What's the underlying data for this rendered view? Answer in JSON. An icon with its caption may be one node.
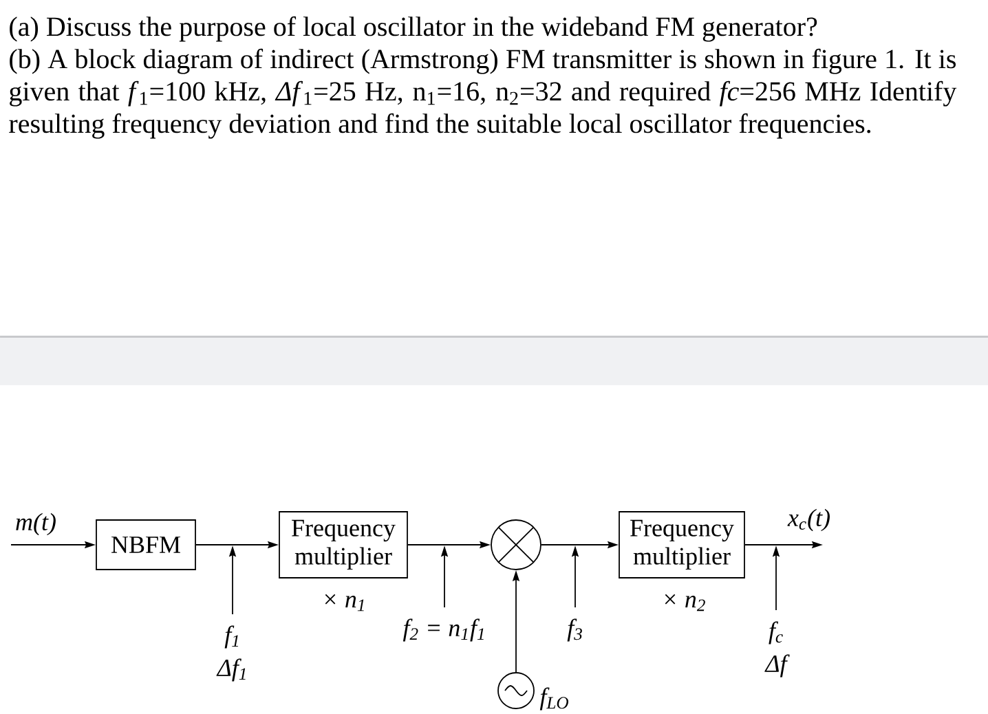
{
  "diagram": {
    "nodes": [
      {
        "text": [
          "NBFM"
        ]
      },
      {
        "text": [
          "Frequency multiplier"
        ],
        "beside": [
          "× n$_{1}$"
        ]
      },
      {
        "text": [],
        "shape": "circle"
      },
      {
        "text": [
          "Frequency multiplier"
        ],
        "beside": [
          "× n$_{2}$"
        ]
      },
      {
        "text": [],
        "shape": "circle",
        "beside": [
          "f$_{LO}$"
        ]
      },
      {
        "text": [
          "f$_{1}$",
          "Δf$_{1}$"
        ]
      },
      {
        "text": [
          "f$_{2}$ = n$_{1}$f$_{1}$"
        ]
      },
      {
        "text": [
          "f$_{3}$"
        ]
      },
      {
        "text": [
          "f$_{c}$",
          "Δf"
        ]
      }
    ],
    "edges": [
      {
        "from": null,
        "to": 0,
        "arrow": "to",
        "label": "m(t)"
      },
      {
        "from": 0,
        "to": 1,
        "arrow": "to"
      },
      {
        "from": 1,
        "to": 2,
        "arrow": "to"
      },
      {
        "from": 2,
        "to": 3,
        "arrow": "to"
      },
      {
        "from": 3,
        "to": null,
        "arrow": "to",
        "label": "x$_{c}$(t)"
      },
      {
        "from": 4,
        "to": 2,
        "arrow": "to"
      },
      {
        "from": 5,
        "to": null,
        "arrow": "to"
      },
      {
        "from": 6,
        "to": null,
        "arrow": "to"
      },
      {
        "from": 7,
        "to": null,
        "arrow": "to"
      },
      {
        "from": 8,
        "to": null,
        "arrow": "to"
      }
    ],
    "labels": [
      "(a) Discuss the purpose of local oscillator in the wideband FM generator?",
      "(b) A block diagram of indirect (Armstrong) FM transmitter is shown in figure 1. It is given that *f*$_{1}$=100 kHz, *Δf*$_{1}$=25 Hz, n$_{1}$=16, n$_{2}$=32 and required *fc*=256 MHz Identify resulting frequency deviation and find the suitable local oscillator frequencies."
    ]
  }
}
